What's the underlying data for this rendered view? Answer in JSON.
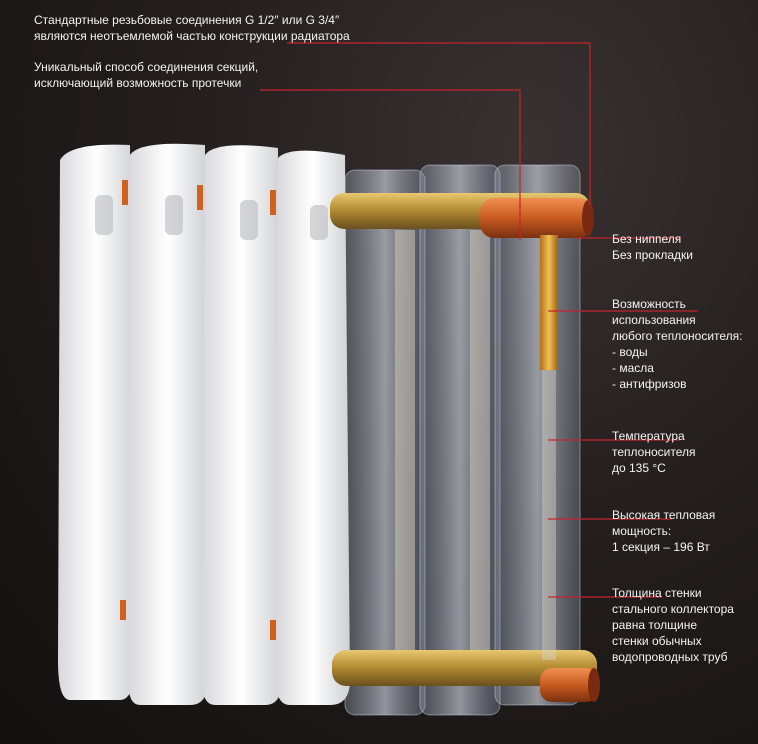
{
  "callouts_left": [
    {
      "lines": [
        "Стандартные  резьбовые соединения G 1/2″ или  G 3/4″",
        "являются неотъемлемой частью конструкции радиатора"
      ]
    },
    {
      "lines": [
        "Уникальный способ соединения секций,",
        "исключающий возможность протечки"
      ]
    }
  ],
  "callouts_right": [
    {
      "lines": [
        "Без ниппеля",
        "Без прокладки"
      ]
    },
    {
      "lines": [
        "Возможность",
        "использования",
        "любого теплоносителя:",
        "- воды",
        "- масла",
        "- антифризов"
      ]
    },
    {
      "lines": [
        "Температура",
        "теплоносителя",
        "до 135 °С"
      ]
    },
    {
      "lines": [
        "Высокая тепловая",
        "мощность:",
        "1 секция – 196 Вт"
      ]
    },
    {
      "lines": [
        "Толщина стенки",
        "стального коллектора",
        "равна толщине",
        "стенки обычных",
        "водопроводных труб"
      ]
    }
  ],
  "colors": {
    "leader": "#c4242c",
    "pipe": "#c8a040",
    "copper": "#d0602a"
  }
}
